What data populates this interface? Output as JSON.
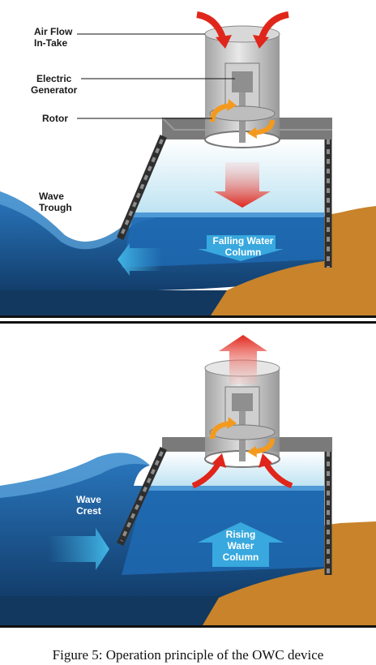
{
  "top": {
    "air_flow_1": "Air Flow",
    "air_flow_2": "In-Take",
    "generator_1": "Electric",
    "generator_2": "Generator",
    "rotor": "Rotor",
    "wave_1": "Wave",
    "wave_2": "Trough",
    "column_1": "Falling Water",
    "column_2": "Column"
  },
  "bottom": {
    "wave_1": "Wave",
    "wave_2": "Crest",
    "column_1": "Rising",
    "column_2": "Water",
    "column_3": "Column"
  },
  "caption": "Figure 5: Operation principle of the OWC device",
  "colors": {
    "sky": "#ffffff",
    "ocean": "#1c5fa3",
    "ocean_deep": "#14416f",
    "sand": "#c8832b",
    "chamber_air": "#d9eef7",
    "structure": "#6e6e6e",
    "arrow_red": "#e0261b",
    "arrow_orange": "#f39a1e"
  }
}
